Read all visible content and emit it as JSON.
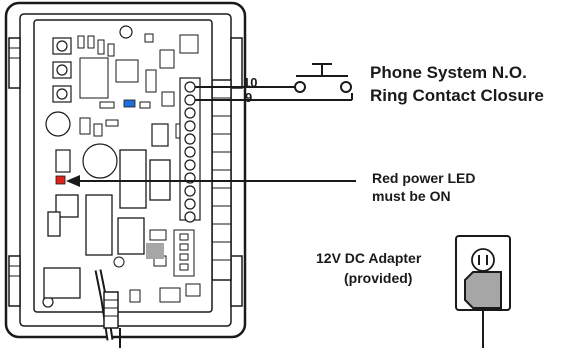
{
  "labels": {
    "phone_system_line1": "Phone System N.O.",
    "phone_system_line2": "Ring Contact Closure",
    "terminal_top": "10",
    "terminal_bottom": "9",
    "led_line1": "Red power LED",
    "led_line2": "must be ON",
    "adapter_line1": "12V DC Adapter",
    "adapter_line2": "(provided)"
  },
  "colors": {
    "ink": "#1a1a1a",
    "led": "#e0241b",
    "indicator": "#1e6fd9",
    "relay_gray": "#a6a6a6"
  },
  "icons": [
    "normally-open-switch-icon",
    "power-outlet-icon",
    "plug-icon"
  ]
}
